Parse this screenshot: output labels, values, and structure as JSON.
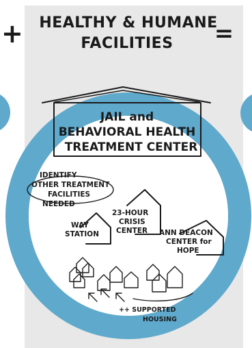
{
  "colors": {
    "panel": "#e8e8e8",
    "ring": "#5ea9cc",
    "ink": "#1a1a1a",
    "background": "#ffffff"
  },
  "header": {
    "plus_symbol": "+",
    "title_line1": "HEALTHY & HUMANE",
    "title_line2": "FACILITIES",
    "equals_symbol": "="
  },
  "jail_block": {
    "line1": "JAIL and",
    "line2": "BEHAVIORAL HEALTH",
    "line3": "TREATMENT CENTER"
  },
  "identify_note": {
    "line1": "IDENTIFY",
    "line2": "OTHER TREATMENT",
    "line3": "FACILITIES",
    "line4": "NEEDED"
  },
  "facilities": {
    "way_station": {
      "line1": "WAY",
      "line2": "STATION"
    },
    "crisis_center": {
      "line1": "23-HOUR",
      "line2": "CRISIS",
      "line3": "CENTER"
    },
    "ann_deacon": {
      "line1": "ANN DEACON",
      "line2": "CENTER for",
      "line3": "HOPE"
    }
  },
  "housing": {
    "line1": "++ SUPPORTED",
    "line2": "HOUSING"
  }
}
